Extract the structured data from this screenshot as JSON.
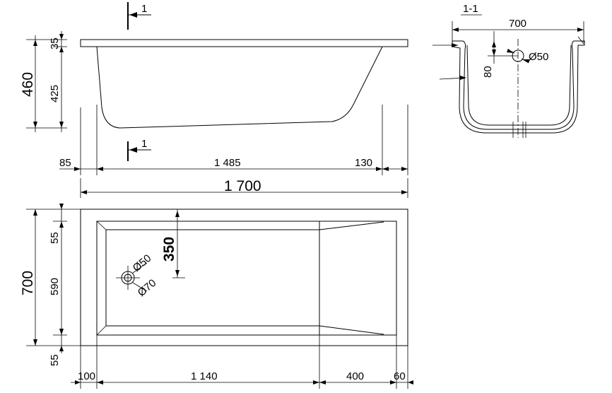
{
  "labels": {
    "section_mark": "1",
    "section_title": "1-1",
    "width_700": "700",
    "dim_80": "80",
    "drain_side": "Ø50",
    "overall_height": "460",
    "rim_height": "35",
    "basin_depth": "425",
    "left_offset": "85",
    "bottom_length": "1 485",
    "right_offset": "130",
    "total_length": "1 700",
    "total_width": "700",
    "rim_top": "55",
    "inner_width": "590",
    "rim_bottom": "55",
    "drain_pos": "350",
    "drain_plan": "Ø50",
    "drain_outer": "Ø70",
    "plan_left": "100",
    "plan_basin": "1 140",
    "plan_slope": "400",
    "plan_right": "60"
  }
}
